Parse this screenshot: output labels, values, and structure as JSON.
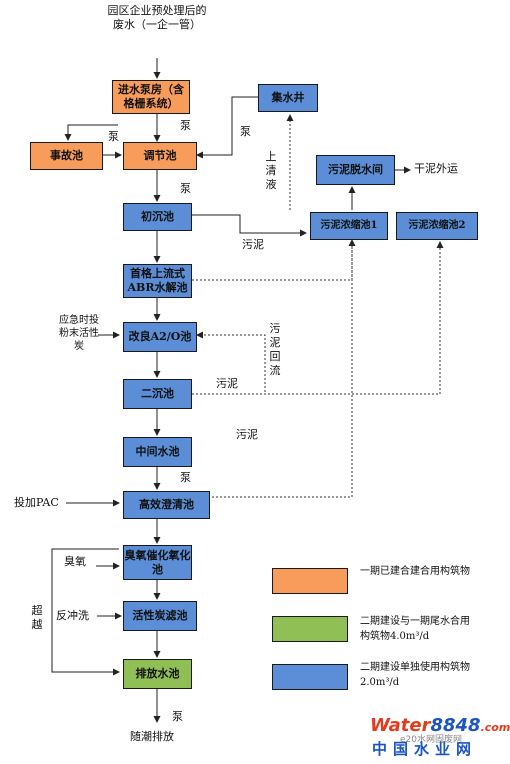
{
  "source": {
    "text": "园区企业预处理后的废水（一企一管）"
  },
  "nodes": {
    "intake_pump": "进水泵房（含格栅系统）",
    "emergency_pool": "事故池",
    "equalization": "调节池",
    "primary_settling": "初沉池",
    "abr": "首格上流式ABR水解池",
    "a2o": "改良A2/O池",
    "secondary_settling": "二沉池",
    "intermediate": "中间水池",
    "high_eff_clarifier": "高效澄清池",
    "ozone": "臭氧催化氧化池",
    "activated_carbon": "活性炭滤池",
    "discharge": "排放水池",
    "sump": "集水井",
    "sludge_dewatering": "污泥脱水间",
    "thickener1": "污泥浓缩池1",
    "thickener2": "污泥浓缩池2"
  },
  "labels": {
    "pump1": "泵",
    "pump2": "泵",
    "pump3": "泵",
    "pump4": "泵",
    "pump5": "泵",
    "pump6": "泵",
    "supernatant": "上清液",
    "dry_sludge": "干泥外运",
    "sludge1": "污泥",
    "sludge2": "污泥",
    "sludge3": "污泥",
    "sludge_return": "污泥回流",
    "emergency_pac": "应急时投粉末活性炭",
    "add_pac": "投加PAC",
    "ozone_gas": "臭氧",
    "bypass": "超越",
    "backwash": "反冲洗",
    "final": "随潮排放"
  },
  "legend": [
    {
      "color": "#f79c5b",
      "text": "一期已建合建合用构筑物"
    },
    {
      "color": "#8fbf55",
      "text": "二期建设与一期尾水合用构筑物4.0m³/d"
    },
    {
      "color": "#5b8ed6",
      "text": "二期建设单独使用构筑物2.0m³/d"
    }
  ],
  "watermark": {
    "logo": "water8848.com",
    "site": "中国水业网",
    "account": "e20水网固废网"
  }
}
